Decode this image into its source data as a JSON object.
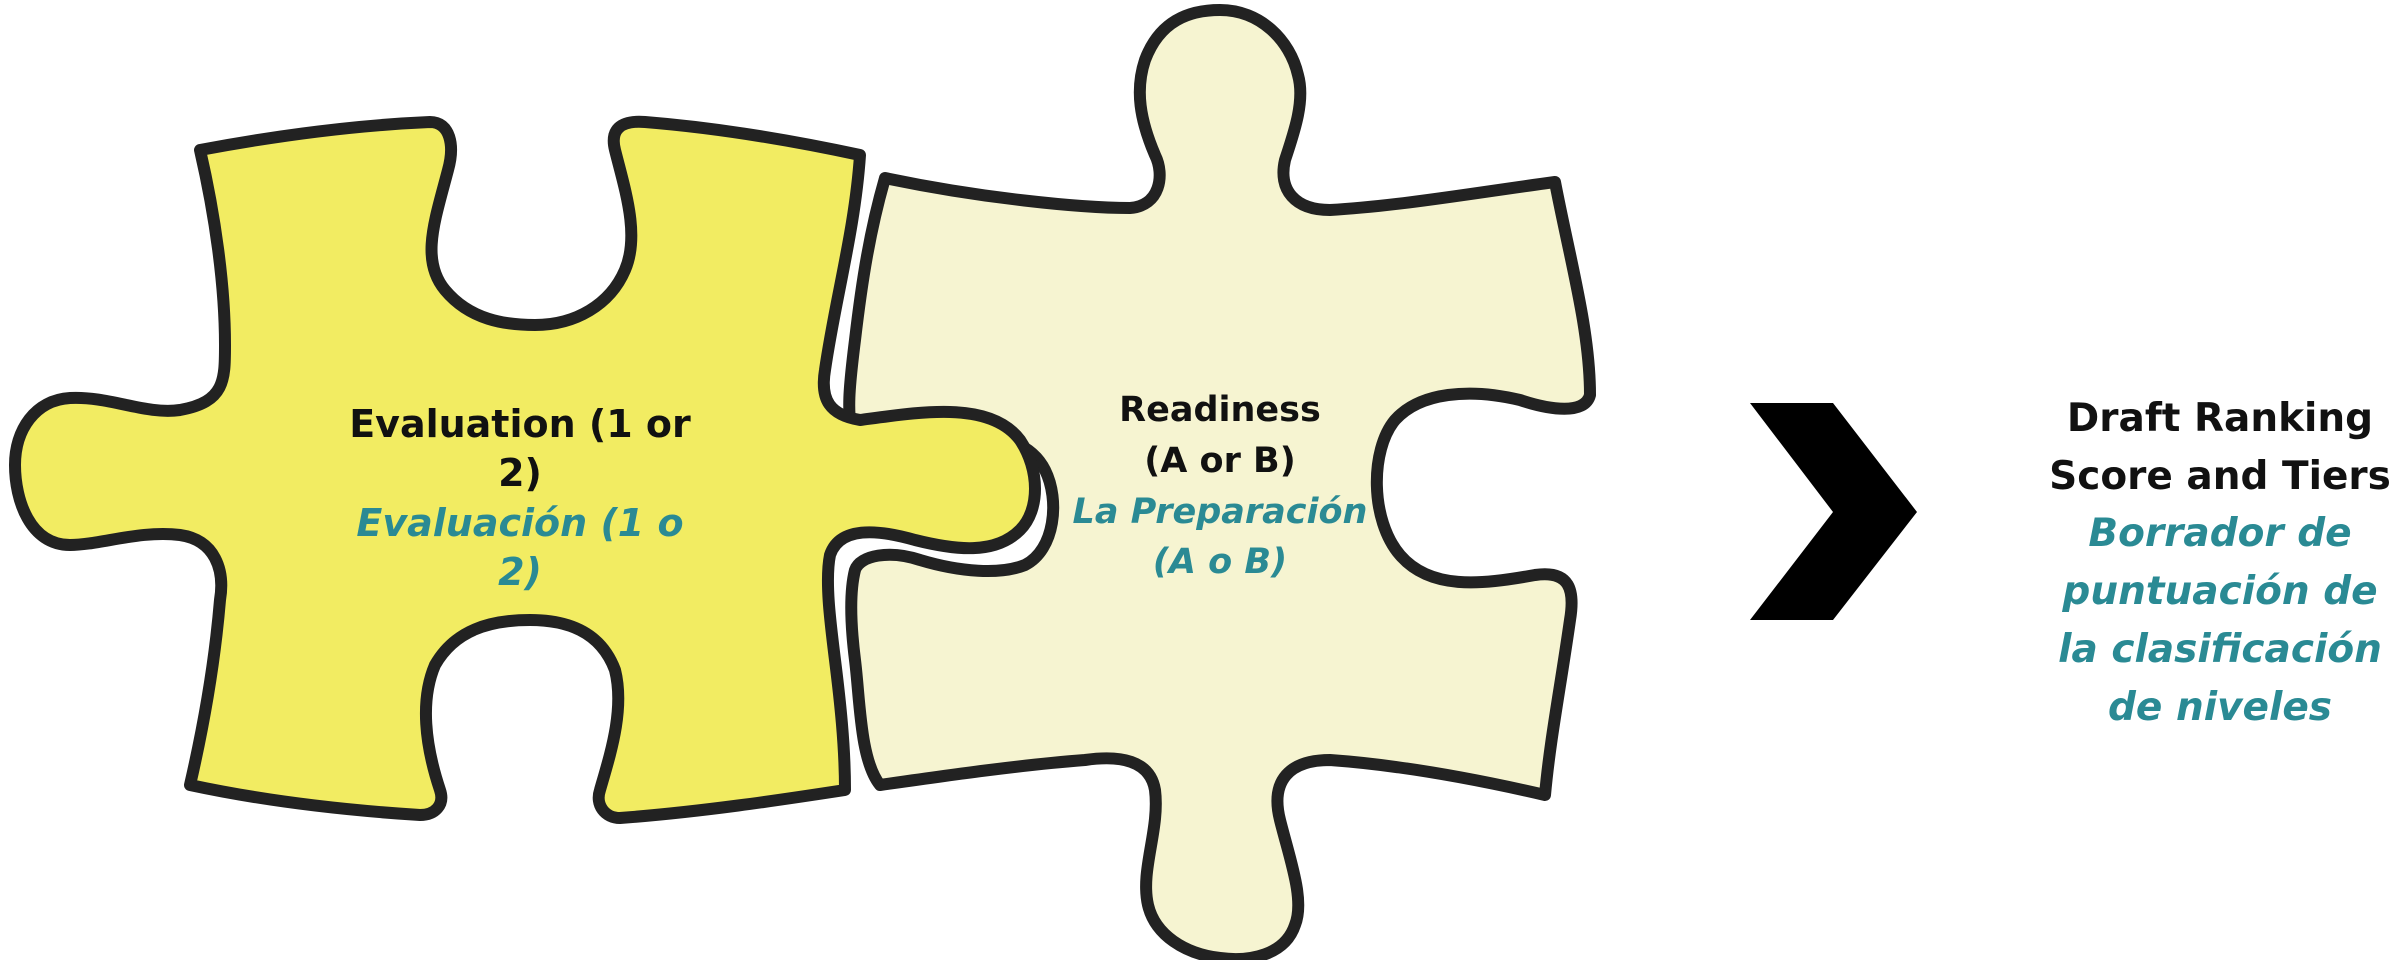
{
  "colors": {
    "piece_left_fill": "#f2ec62",
    "piece_right_fill": "#f6f4d1",
    "outline": "#222222",
    "arrow": "#000000",
    "english_text": "#111111",
    "spanish_text": "#2a8a94"
  },
  "pieces": {
    "evaluation": {
      "english": "Evaluation (1 or 2)",
      "spanish": "Evaluación (1 o 2)"
    },
    "readiness": {
      "english_lines": [
        "Readiness",
        "(A or B)"
      ],
      "spanish_lines": [
        "La Preparación",
        "(A o B)"
      ]
    }
  },
  "arrow_icon": "chevron-right-icon",
  "result": {
    "english_lines": [
      "Draft Ranking",
      "Score and Tiers"
    ],
    "spanish_lines": [
      "Borrador de",
      "puntuación de",
      "la clasificación",
      "de niveles"
    ]
  }
}
